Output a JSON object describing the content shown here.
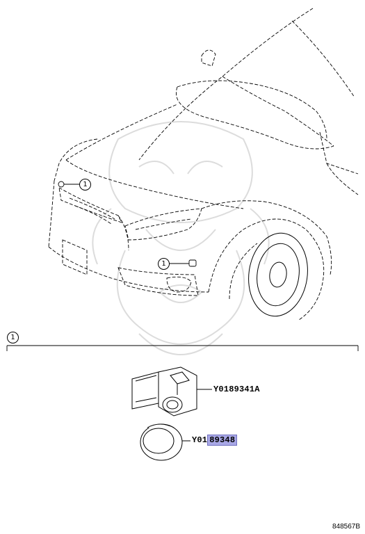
{
  "callouts": {
    "ref1": "1",
    "ref2": "1",
    "group": "1"
  },
  "parts": {
    "sensor_part_no": "Y0189341A",
    "cover_prefix": "Y01",
    "cover_highlight": "89348"
  },
  "doc_code": "848567B",
  "colors": {
    "line": "#000000",
    "highlight": "#a9a8e6",
    "watermark": "#dcdcdc"
  },
  "icons": [
    "watermark-emblem-icon"
  ]
}
